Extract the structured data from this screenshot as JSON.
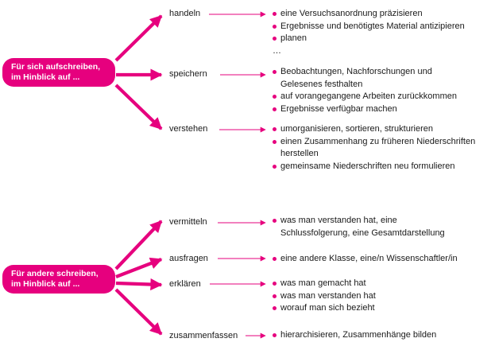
{
  "accent_color": "#e6007e",
  "groups": [
    {
      "center": {
        "line1": "Für sich aufschreiben,",
        "line2": "im Hinblick auf ..."
      },
      "branches": [
        {
          "verb": "handeln",
          "items": [
            {
              "text": "eine Versuchsanordnung präzisieren",
              "bullet": true
            },
            {
              "text": "Ergebnisse und benötigtes Material antizipieren",
              "bullet": true
            },
            {
              "text": "planen",
              "bullet": true
            },
            {
              "text": "…",
              "bullet": false
            }
          ]
        },
        {
          "verb": "speichern",
          "items": [
            {
              "text": "Beobachtungen, Nachforschungen und",
              "bullet": true
            },
            {
              "text": "Gelesenes festhalten",
              "bullet": false
            },
            {
              "text": "auf vorangegangene Arbeiten zurückkommen",
              "bullet": true
            },
            {
              "text": "Ergebnisse verfügbar machen",
              "bullet": true
            }
          ]
        },
        {
          "verb": "verstehen",
          "items": [
            {
              "text": "umorganisieren, sortieren, strukturieren",
              "bullet": true
            },
            {
              "text": "einen Zusammenhang zu früheren Niederschriften",
              "bullet": true
            },
            {
              "text": "herstellen",
              "bullet": false
            },
            {
              "text": "gemeinsame Niederschriften neu formulieren",
              "bullet": true
            }
          ]
        }
      ]
    },
    {
      "center": {
        "line1": "Für andere schreiben,",
        "line2": "im Hinblick auf ..."
      },
      "branches": [
        {
          "verb": "vermitteln",
          "items": [
            {
              "text": "was man verstanden hat, eine",
              "bullet": true
            },
            {
              "text": "Schlussfolgerung, eine Gesamtdarstellung",
              "bullet": false
            }
          ]
        },
        {
          "verb": "ausfragen",
          "items": [
            {
              "text": "eine andere Klasse, eine/n Wissenschaftler/in",
              "bullet": true
            }
          ]
        },
        {
          "verb": "erklären",
          "items": [
            {
              "text": "was man gemacht hat",
              "bullet": true
            },
            {
              "text": "was man verstanden hat",
              "bullet": true
            },
            {
              "text": "worauf man sich bezieht",
              "bullet": true
            }
          ]
        },
        {
          "verb": "zusammenfassen",
          "items": [
            {
              "text": "hierarchisieren, Zusammenhänge bilden",
              "bullet": true
            }
          ]
        }
      ]
    }
  ]
}
